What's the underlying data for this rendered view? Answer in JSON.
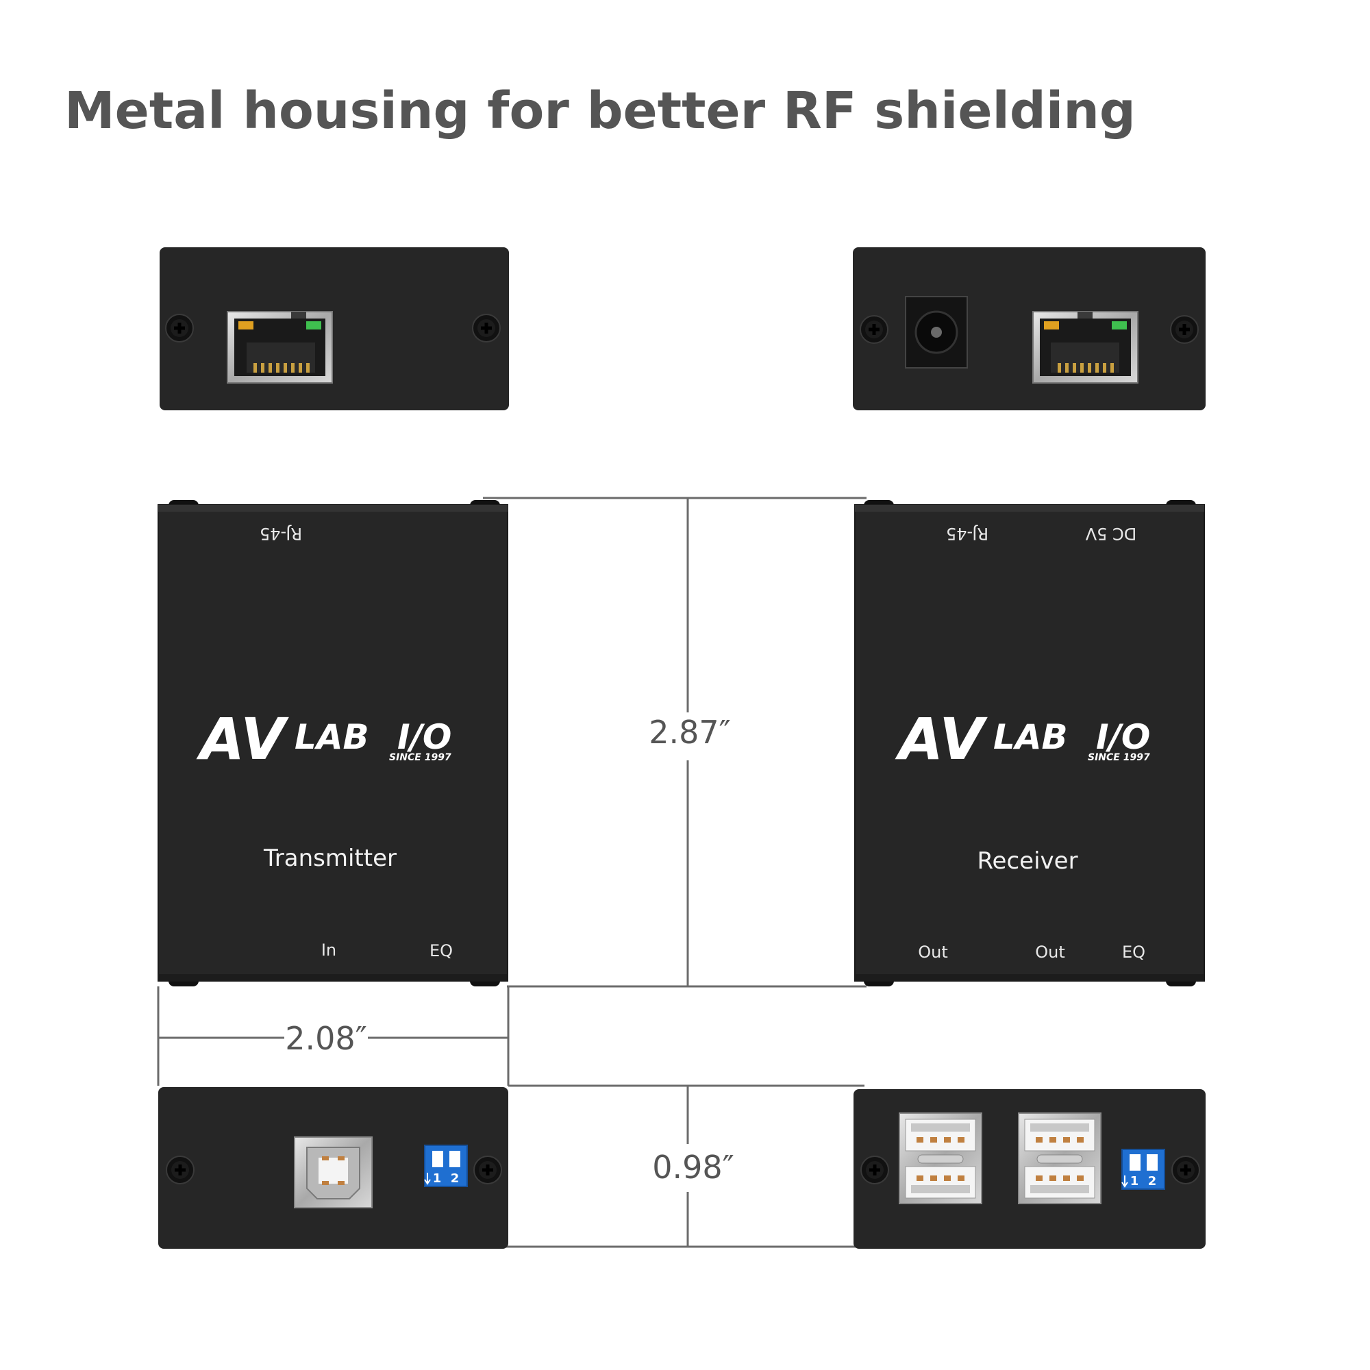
{
  "title": "Metal housing for better RF shielding",
  "dimensions": {
    "height": "2.87″",
    "width": "2.08″",
    "depth": "0.98″"
  },
  "transmitter": {
    "name": "Transmitter",
    "top_label_rj45": "RJ-45",
    "bottom_label_in": "In",
    "bottom_label_eq": "EQ"
  },
  "receiver": {
    "name": "Receiver",
    "top_label_rj45": "RJ-45",
    "top_label_dc": "DC 5V",
    "bottom_label_out1": "Out",
    "bottom_label_out2": "Out",
    "bottom_label_eq": "EQ"
  },
  "logo": {
    "av": "AV",
    "lab": "LAB",
    "io": "I/O",
    "since": "SINCE 1997"
  },
  "dip_switch": {
    "pos1": "1",
    "pos2": "2"
  },
  "colors": {
    "housing": "#262626",
    "title": "#555555",
    "dimension_line": "#6b6b6b",
    "dip_blue": "#1f6fd1",
    "led_green": "#3fbf4f",
    "led_amber": "#e0a020"
  }
}
